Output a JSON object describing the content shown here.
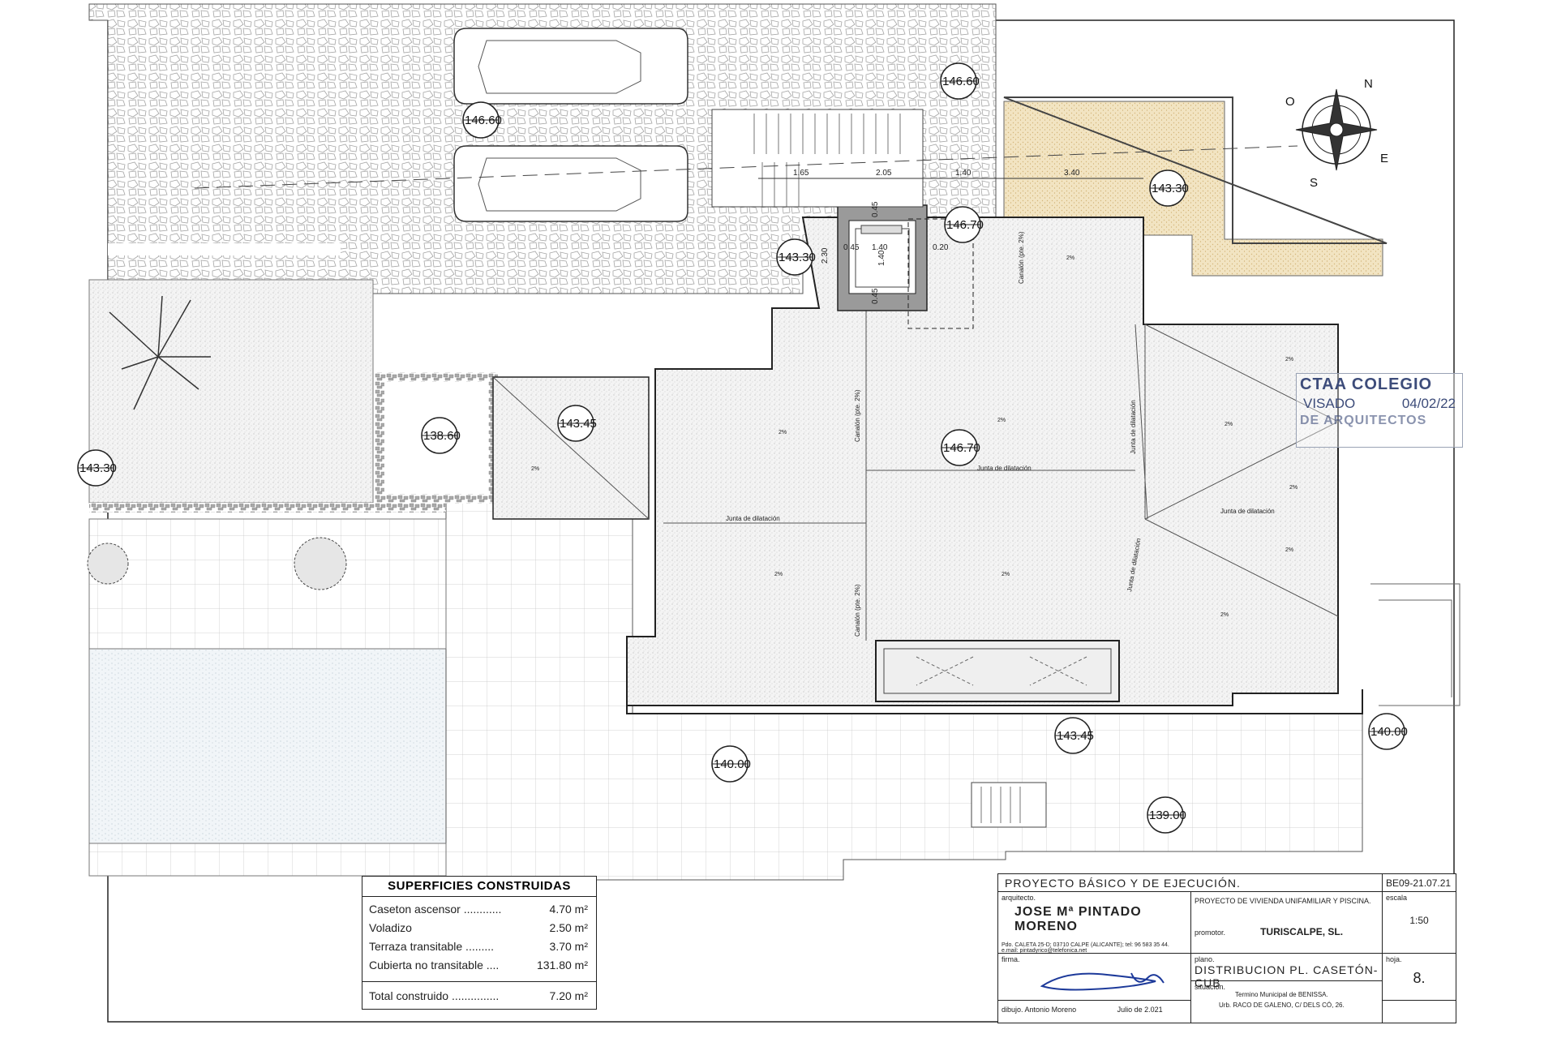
{
  "levels": {
    "parking": "146.60",
    "top_entrance": "146.60",
    "right_garden": "143.30",
    "stair_left": "143.30",
    "lift": "146.70",
    "left_roof": "143.45",
    "courtyard": "138.60",
    "left_edge": "143.30",
    "main_roof": "146.70",
    "terrace_front": "140.00",
    "terrace_mid": "143.45",
    "right_corner": "140.00",
    "lower_right": "139.00"
  },
  "dimensions": {
    "d1": "1.65",
    "d2": "2.05",
    "d3": "1.40",
    "d4": "3.40",
    "lift_width": "1.40",
    "lift_height": "1.40",
    "lift_left_wall": "0.45",
    "lift_right_wall": "0.20",
    "lift_top_wall": "0.45",
    "lift_bottom_wall": "0.45",
    "lift_total": "2.30"
  },
  "roof_labels": {
    "canalon": "Canalón (pte. 2%)",
    "junta": "Junta de dilatación",
    "slope": "2%"
  },
  "compass": {
    "n": "N",
    "e": "E",
    "s": "S",
    "o": "O"
  },
  "stamp": {
    "line1": "CTAA COLEGIO",
    "line2": "VISADO",
    "date": "04/02/22",
    "line3": "DE ARQUITECTOS"
  },
  "surfaces": {
    "title": "SUPERFICIES CONSTRUIDAS",
    "rows": [
      {
        "label": "Caseton ascensor ............",
        "value": "4.70 m²"
      },
      {
        "label": "Voladizo",
        "value": "2.50 m²"
      },
      {
        "label": "Terraza transitable .........",
        "value": "3.70 m²"
      },
      {
        "label": "Cubierta no transitable ....",
        "value": "131.80 m²"
      }
    ],
    "total_label": "Total construido ...............",
    "total_value": "7.20 m²"
  },
  "titleblock": {
    "project_type": "PROYECTO BÁSICO Y DE EJECUCIÓN.",
    "code": "BE09-21.07.21",
    "architect_label": "arquitecto.",
    "architect_name": "JOSE Mª PINTADO MORENO",
    "architect_address": "Pdo. CALETA 25-D; 03710 CALPE (ALICANTE); tel: 96 583 35 44.",
    "architect_email": "e.mail: pintadyrico@telefonica.net",
    "project_name": "PROYECTO DE VIVIENDA UNIFAMILIAR Y PISCINA.",
    "scale_label": "escala",
    "scale_value": "1:50",
    "promoter_label": "promotor.",
    "promoter_value": "TURISCALPE, SL.",
    "signature_label": "firma.",
    "plan_label": "plano.",
    "plan_value": "DISTRIBUCION PL. CASETÓN-CUB",
    "sheet_label": "hoja.",
    "sheet_value": "8.",
    "location_label": "situación.",
    "location_line1": "Termino Municipal de BENISSA.",
    "location_line2": "Urb. RACO DE GALENO, C/ DELS CÓ, 26.",
    "drawing_label": "dibujo.",
    "drawing_value": "Antonio Moreno",
    "date": "Julio de 2.021"
  }
}
